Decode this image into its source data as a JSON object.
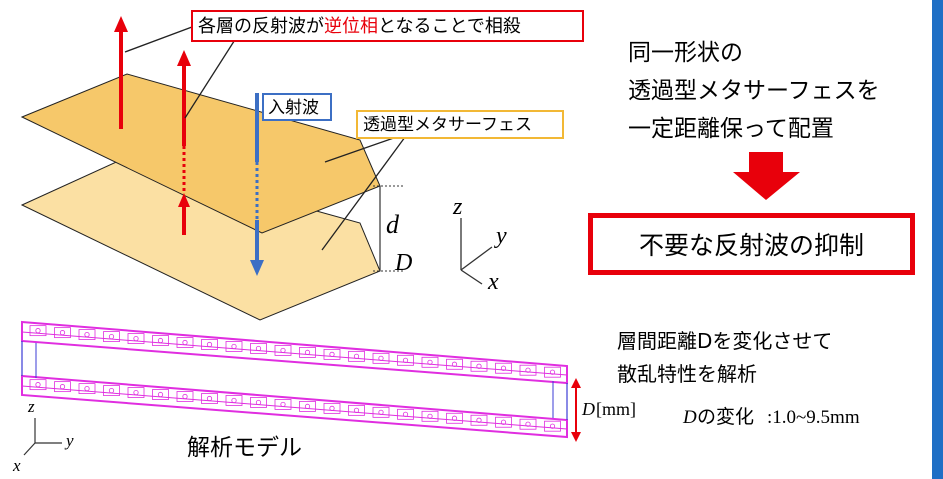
{
  "top_callout": {
    "prefix": "各層の反射波が",
    "highlight": "逆位相",
    "suffix": "となることで相殺"
  },
  "incident_label": "入射波",
  "metasurface_label": "透過型メタサーフェス",
  "spacing_label_d": "d",
  "spacing_label_D": "D",
  "axes_top": {
    "z": "z",
    "y": "y",
    "x": "x"
  },
  "right_text": [
    "同一形状の",
    "透過型メタサーフェスを",
    "一定距離保って配置"
  ],
  "result_box": "不要な反射波の抑制",
  "analysis_text": [
    "層間距離Dを変化させて",
    "散乱特性を解析"
  ],
  "analysis_D_italic": "D",
  "model_dim_label": {
    "symbol": "D",
    "unit": "[mm]"
  },
  "range_text": {
    "symbol": "D",
    "middle": "の変化",
    "values": ":1.0~9.5mm"
  },
  "axes_bottom": {
    "z": "z",
    "y": "y",
    "x": "x"
  },
  "model_caption": "解析モデル",
  "colors": {
    "plate_top": "#f6c86a",
    "plate_bottom": "#fbe0a3",
    "red": "#e8000b",
    "blue": "#3c6fc4",
    "magenta": "#e02ee0",
    "frame_blue": "#3b3bd6",
    "accent_bar": "#1f6fc5"
  }
}
